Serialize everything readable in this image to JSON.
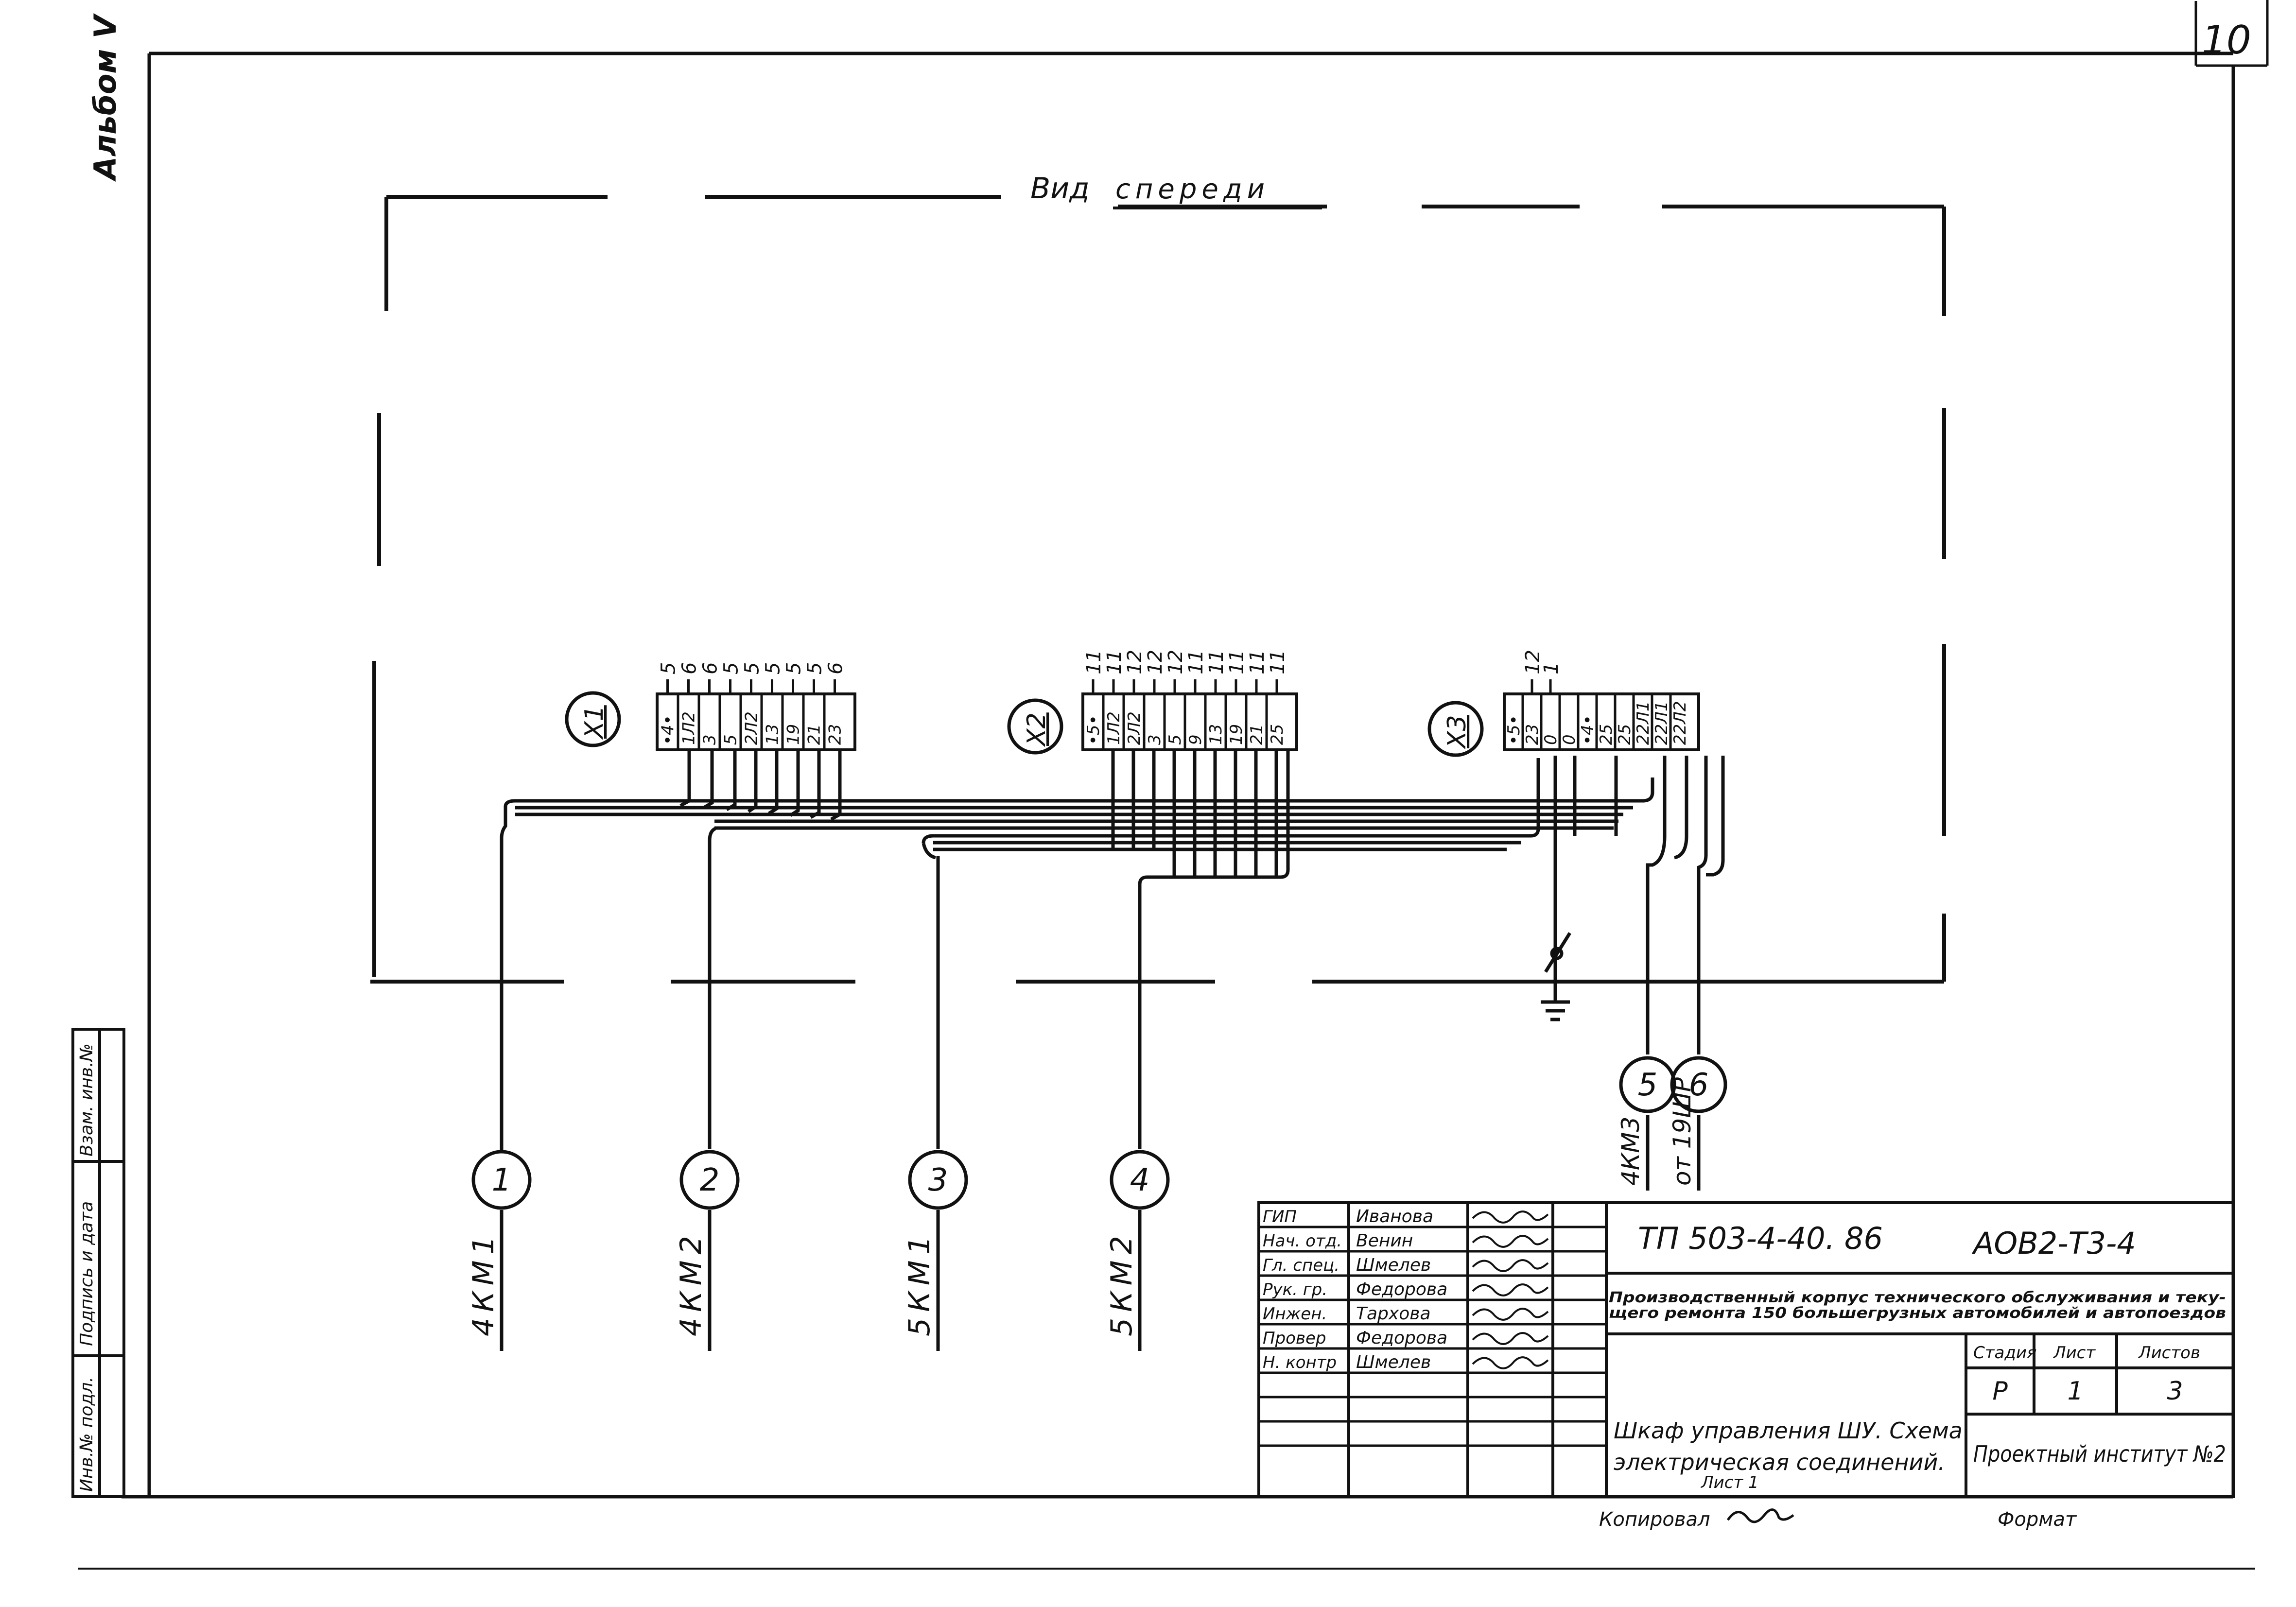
{
  "sheet": {
    "corner_number": "10",
    "album_label": "Альбом V",
    "view_title_prefix": "Вид",
    "view_title": "спереди",
    "side_stamp": [
      "Инв.№ подл.",
      "Подпись и дата",
      "Взам. инв.№"
    ]
  },
  "terminal_blocks": [
    {
      "id": "X1",
      "cells": [
        "•4•",
        "1Л2",
        "3",
        "5",
        "2Л2",
        "13",
        "19",
        "21",
        "23"
      ],
      "top_labels": [
        "5",
        "6",
        "6",
        "5",
        "5",
        "5",
        "5",
        "5",
        "6"
      ]
    },
    {
      "id": "X2",
      "cells": [
        "•5•",
        "1Л2",
        "2Л2",
        "3",
        "5",
        "9",
        "13",
        "19",
        "21",
        "25"
      ],
      "top_labels": [
        "11",
        "11",
        "12",
        "12",
        "12",
        "11",
        "11",
        "11",
        "11",
        "11"
      ]
    },
    {
      "id": "X3",
      "cells": [
        "•5•",
        "23",
        "0",
        "0",
        "•4•",
        "25",
        "25",
        "22Л1",
        "22Л1",
        "22Л2"
      ],
      "top_labels": [
        "12",
        "1"
      ]
    }
  ],
  "cables": [
    {
      "number": "1",
      "label": "4КМ1"
    },
    {
      "number": "2",
      "label": "4КМ2"
    },
    {
      "number": "3",
      "label": "5КМ1"
    },
    {
      "number": "4",
      "label": "5КМ2"
    },
    {
      "number": "5",
      "label": "4КМ3"
    },
    {
      "number": "6",
      "label": "от 19ШР"
    }
  ],
  "title_block": {
    "roles": [
      "ГИП",
      "Нач. отд.",
      "Гл. спец.",
      "Рук. гр.",
      "Инжен.",
      "Провер",
      "Н. контр"
    ],
    "names": [
      "Иванова",
      "Венин",
      "Шмелев",
      "Федорова",
      "Тархова",
      "Федорова",
      "Шмелев"
    ],
    "project_code": "ТП 503-4-40. 86",
    "doc_code": "АОВ2-Т3-4",
    "object_line1": "Производственный корпус технического обслуживания и теку-",
    "object_line2": "щего ремонта 150 большегрузных автомобилей и автопоездов",
    "stage_header": "Стадия",
    "sheet_header": "Лист",
    "sheets_header": "Листов",
    "stage": "Р",
    "sheet": "1",
    "sheets": "3",
    "drawing_title_line1": "Шкаф управления ШУ. Схема",
    "drawing_title_line2": "электрическая соединений.",
    "drawing_title_line3": "Лист 1",
    "institute": "Проектный институт №2",
    "copied_label": "Копировал",
    "format_label": "Формат"
  }
}
